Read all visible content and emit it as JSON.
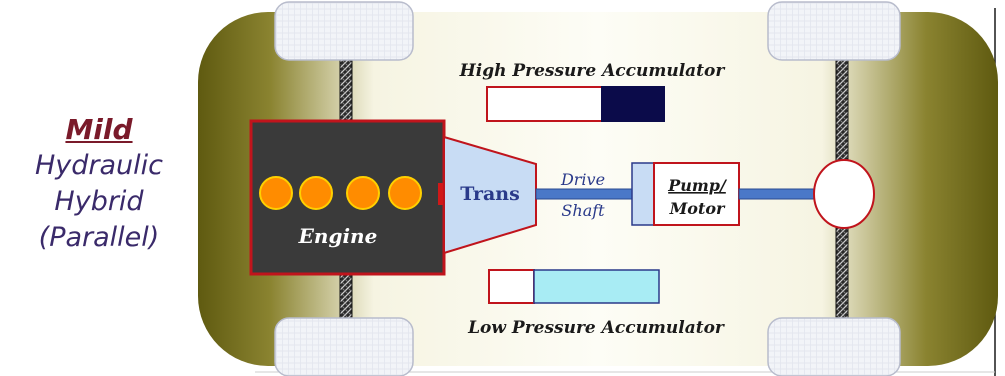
{
  "title": {
    "line1": "Mild",
    "line2": "Hydraulic",
    "line3": "Hybrid",
    "line4": "(Parallel)"
  },
  "labels": {
    "high_pressure": "High Pressure Accumulator",
    "low_pressure": "Low Pressure Accumulator",
    "engine": "Engine",
    "trans": "Trans",
    "drive": "Drive",
    "shaft": "Shaft",
    "pump": "Pump/",
    "motor": "Motor"
  },
  "colors": {
    "chassis_dark": "#6b6413",
    "chassis_light": "#fbfbf0",
    "engine_fill": "#3a3a3a",
    "engine_border": "#c0141c",
    "cylinder": "#ff8c00",
    "trans_fill": "#c8dcf4",
    "shaft": "#4a78c8",
    "high_acc_fill": "#0b0b4a",
    "low_acc_fill": "#a8ecf4",
    "text_blue": "#2a3a8a"
  }
}
